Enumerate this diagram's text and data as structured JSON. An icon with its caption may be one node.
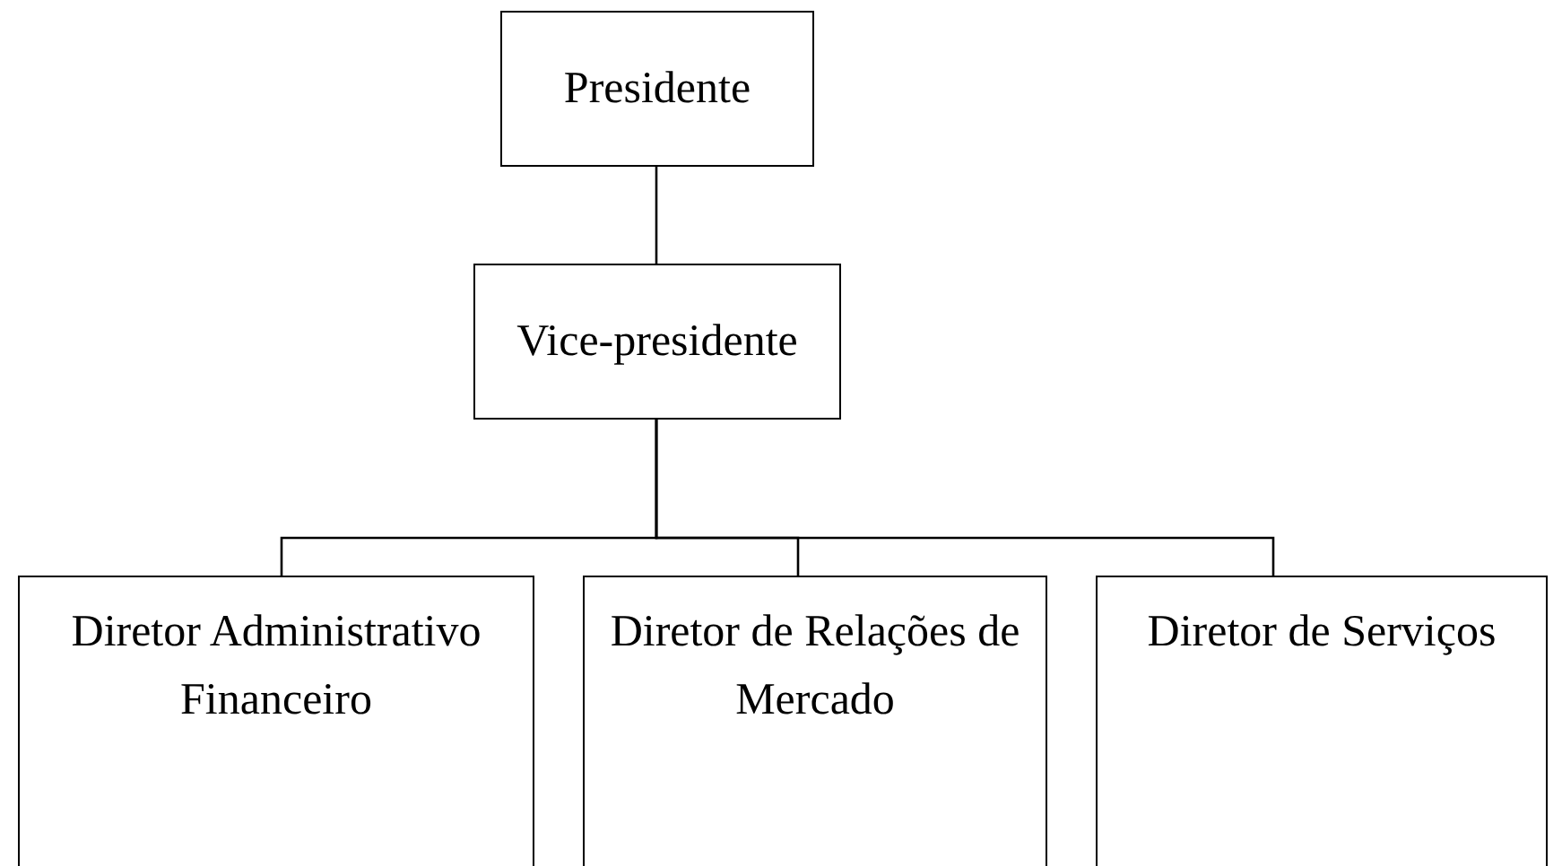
{
  "diagram": {
    "nodes": [
      {
        "text": [
          "Presidente"
        ]
      },
      {
        "text": [
          "Vice-presidente"
        ]
      },
      {
        "text": [
          "Diretor Administrativo Financeiro"
        ]
      },
      {
        "text": [
          "Diretor de Relações de Mercado"
        ]
      },
      {
        "text": [
          "Diretor de Serviços"
        ]
      }
    ],
    "edges": [
      {
        "from": 0,
        "to": 1,
        "arrow": "none"
      },
      {
        "from": 1,
        "to": 2,
        "arrow": "none"
      },
      {
        "from": 1,
        "to": 3,
        "arrow": "none"
      },
      {
        "from": 1,
        "to": 4,
        "arrow": "none"
      }
    ]
  }
}
